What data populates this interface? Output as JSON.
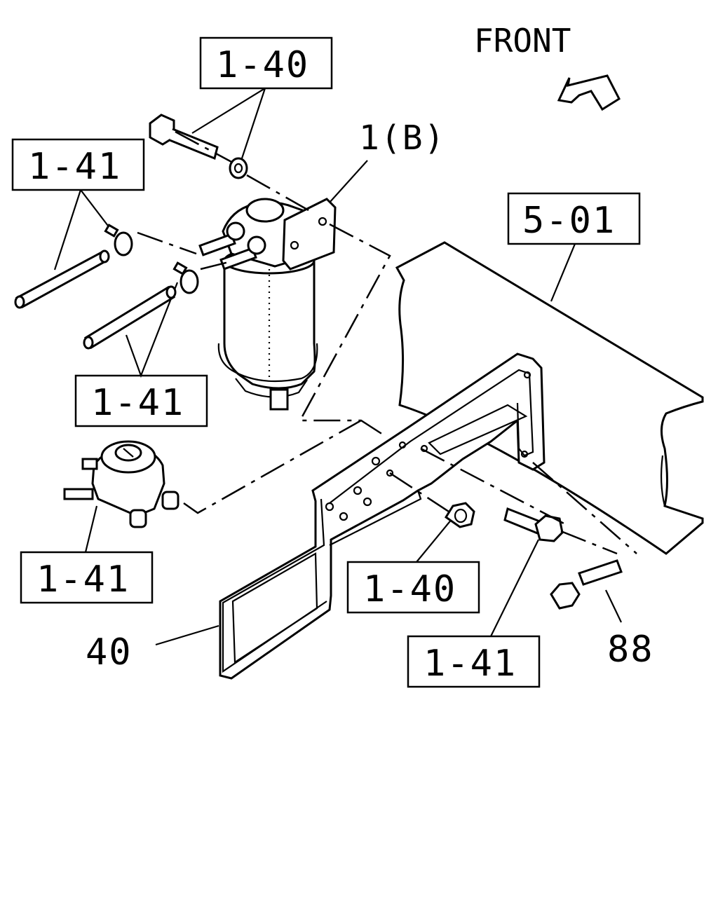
{
  "front_label": "FRONT",
  "callouts": {
    "ref_top_1_40": "1-40",
    "ref_left_1_41": "1-41",
    "ref_mid_1_41": "1-41",
    "ref_frame_5_01": "5-01",
    "ref_filter_1b": "1(B)",
    "ref_lower_left_1_41": "1-41",
    "ref_nut_1_40": "1-40",
    "ref_bolt_1_41": "1-41",
    "part_40": "40",
    "part_88": "88"
  },
  "icons": {
    "front_arrow": "front-arrow-icon"
  }
}
